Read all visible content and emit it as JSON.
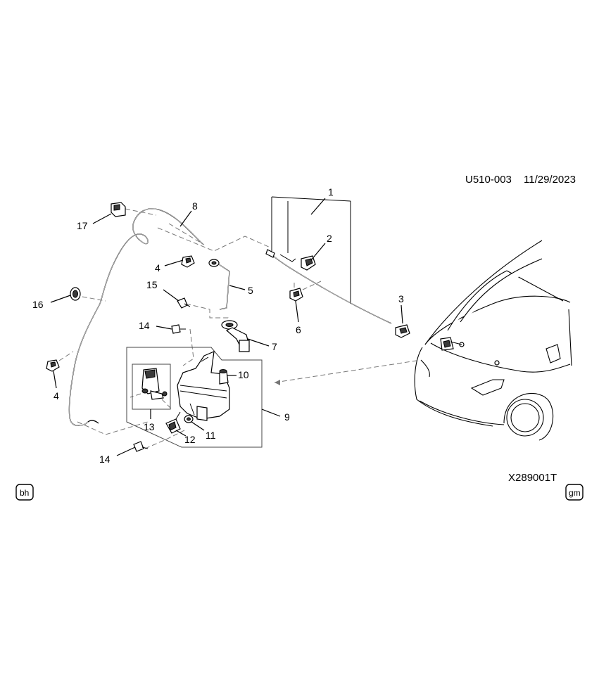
{
  "header": {
    "code": "U510-003",
    "date": "11/29/2023"
  },
  "footer": {
    "illustration_id": "X289001T",
    "left_badge": "bh",
    "right_badge": "gm"
  },
  "callouts": {
    "c1": "1",
    "c2": "2",
    "c3": "3",
    "c4a": "4",
    "c4b": "4",
    "c5": "5",
    "c6": "6",
    "c7": "7",
    "c8": "8",
    "c9": "9",
    "c10": "10",
    "c11": "11",
    "c12": "12",
    "c13": "13",
    "c14a": "14",
    "c14b": "14",
    "c15": "15",
    "c16": "16",
    "c17": "17"
  },
  "colors": {
    "line": "#000000",
    "background": "#ffffff",
    "dash": "#777777"
  }
}
